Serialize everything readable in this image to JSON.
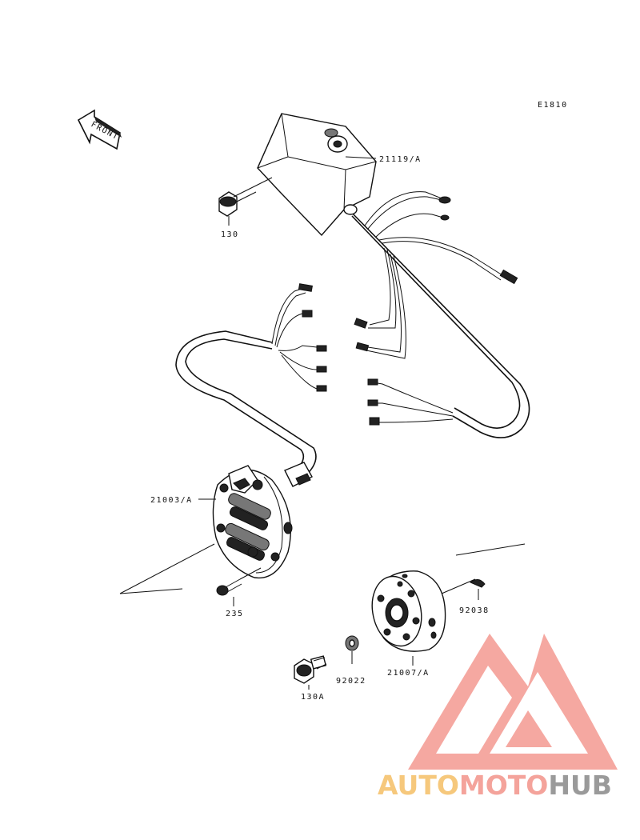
{
  "diagram_code": "E1810",
  "front_label": "FRONT",
  "parts": {
    "cdi_unit": "21119/A",
    "bolt_cdi": "130",
    "stator": "21003/A",
    "screw_stator": "235",
    "key": "92038",
    "rotor": "21007/A",
    "washer": "92022",
    "bolt_rotor": "130A"
  },
  "watermark": {
    "part1": "AUTO",
    "part2": "MOTO",
    "part3": "HUB",
    "colors": {
      "auto": "#f6c87c",
      "moto": "#f4a39b",
      "hub": "#9a9a9a",
      "logo": "#f28b82"
    }
  }
}
